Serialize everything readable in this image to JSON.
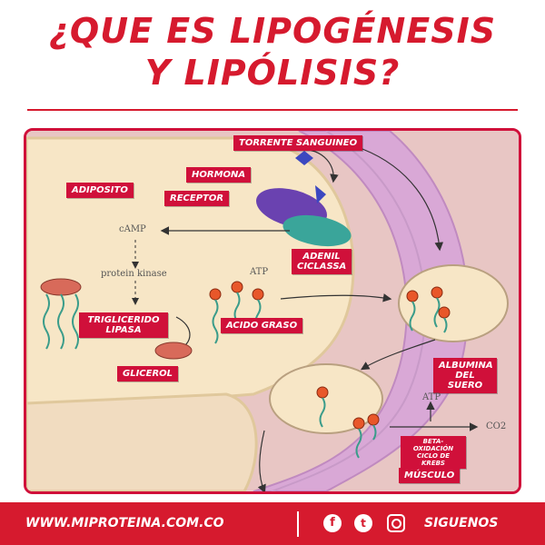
{
  "title": {
    "line1": "¿QUE ES LIPOGÉNESIS",
    "line2": "Y LIPÓLISIS?"
  },
  "diagram": {
    "labels": {
      "torrente": "TORRENTE SANGUINEO",
      "hormona": "HORMONA",
      "adiposito": "ADIPOSITO",
      "receptor": "RECEPTOR",
      "adenil": "ADENIL CICLASSA",
      "trigliceridos": "TRIGLICERIDO LIPASA",
      "acido_graso": "ACIDO GRASO",
      "glicerol": "GLICEROL",
      "albumina": "ALBUMINA DEL SUERO",
      "beta": "BETA-OXIDACIÓN CICLO DE KREBS",
      "musculo": "MÚSCULO"
    },
    "text": {
      "camp": "cAMP",
      "protein_kinase": "protein kinase",
      "atp_cell": "ATP",
      "atp_muscle": "ATP",
      "co2": "CO2"
    },
    "colors": {
      "label_red": "#d0103a",
      "adipocyte": "#f7e6c6",
      "vessel": "#d9a8d6",
      "tissue": "#e8c6c4",
      "fatty_acid_head": "#e8572a",
      "tail": "#3a9c8a",
      "receptor_purple": "#6a42b0",
      "adenyl_teal": "#3aa59a"
    }
  },
  "footer": {
    "url": "WWW.MIPROTEINA.COM.CO",
    "facebook_icon": "facebook-icon",
    "twitter_icon": "twitter-icon",
    "instagram_icon": "instagram-icon",
    "follow": "SIGUENOS"
  }
}
